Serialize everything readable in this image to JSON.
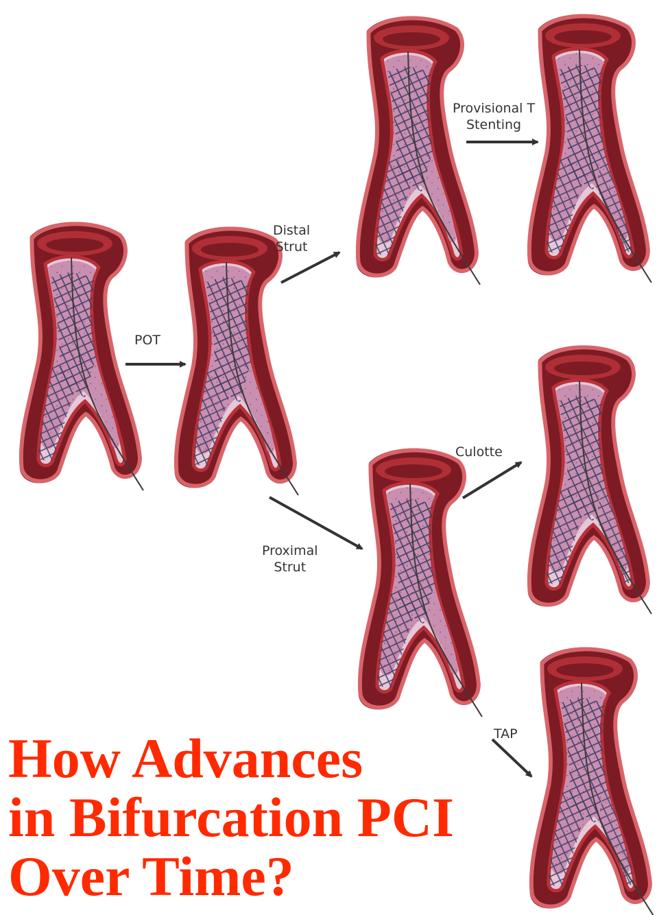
{
  "colors": {
    "vessel_outer": "#7d1b24",
    "vessel_wall": "#b8323a",
    "vessel_highlight": "#d8646a",
    "intima": "#e6c8d8",
    "lumen": "#c98fb0",
    "lumen_dots": "#a25c86",
    "stent": "#3d3f66",
    "wire": "#3a3a3a",
    "arrow": "#333333",
    "label_text": "#333333",
    "headline": "#ff2a00"
  },
  "stages": {
    "initial": {
      "stent": "main"
    },
    "after_pot": {
      "stent": "main"
    },
    "distal_strut": {
      "stent": "main"
    },
    "provisional_t": {
      "stent": "both-mesh"
    },
    "proximal_strut": {
      "stent": "main"
    },
    "culotte": {
      "stent": "culotte"
    },
    "tap": {
      "stent": "tap"
    }
  },
  "labels": {
    "pot": "POT",
    "distal_strut": [
      "Distal",
      "Strut"
    ],
    "provisional_t": [
      "Provisional T",
      "Stenting"
    ],
    "proximal_strut": [
      "Proximal",
      "Strut"
    ],
    "culotte": "Culotte",
    "tap": "TAP"
  },
  "headline": {
    "line1": "How Advances",
    "line2": "in Bifurcation PCI",
    "line3": "Over Time?"
  }
}
